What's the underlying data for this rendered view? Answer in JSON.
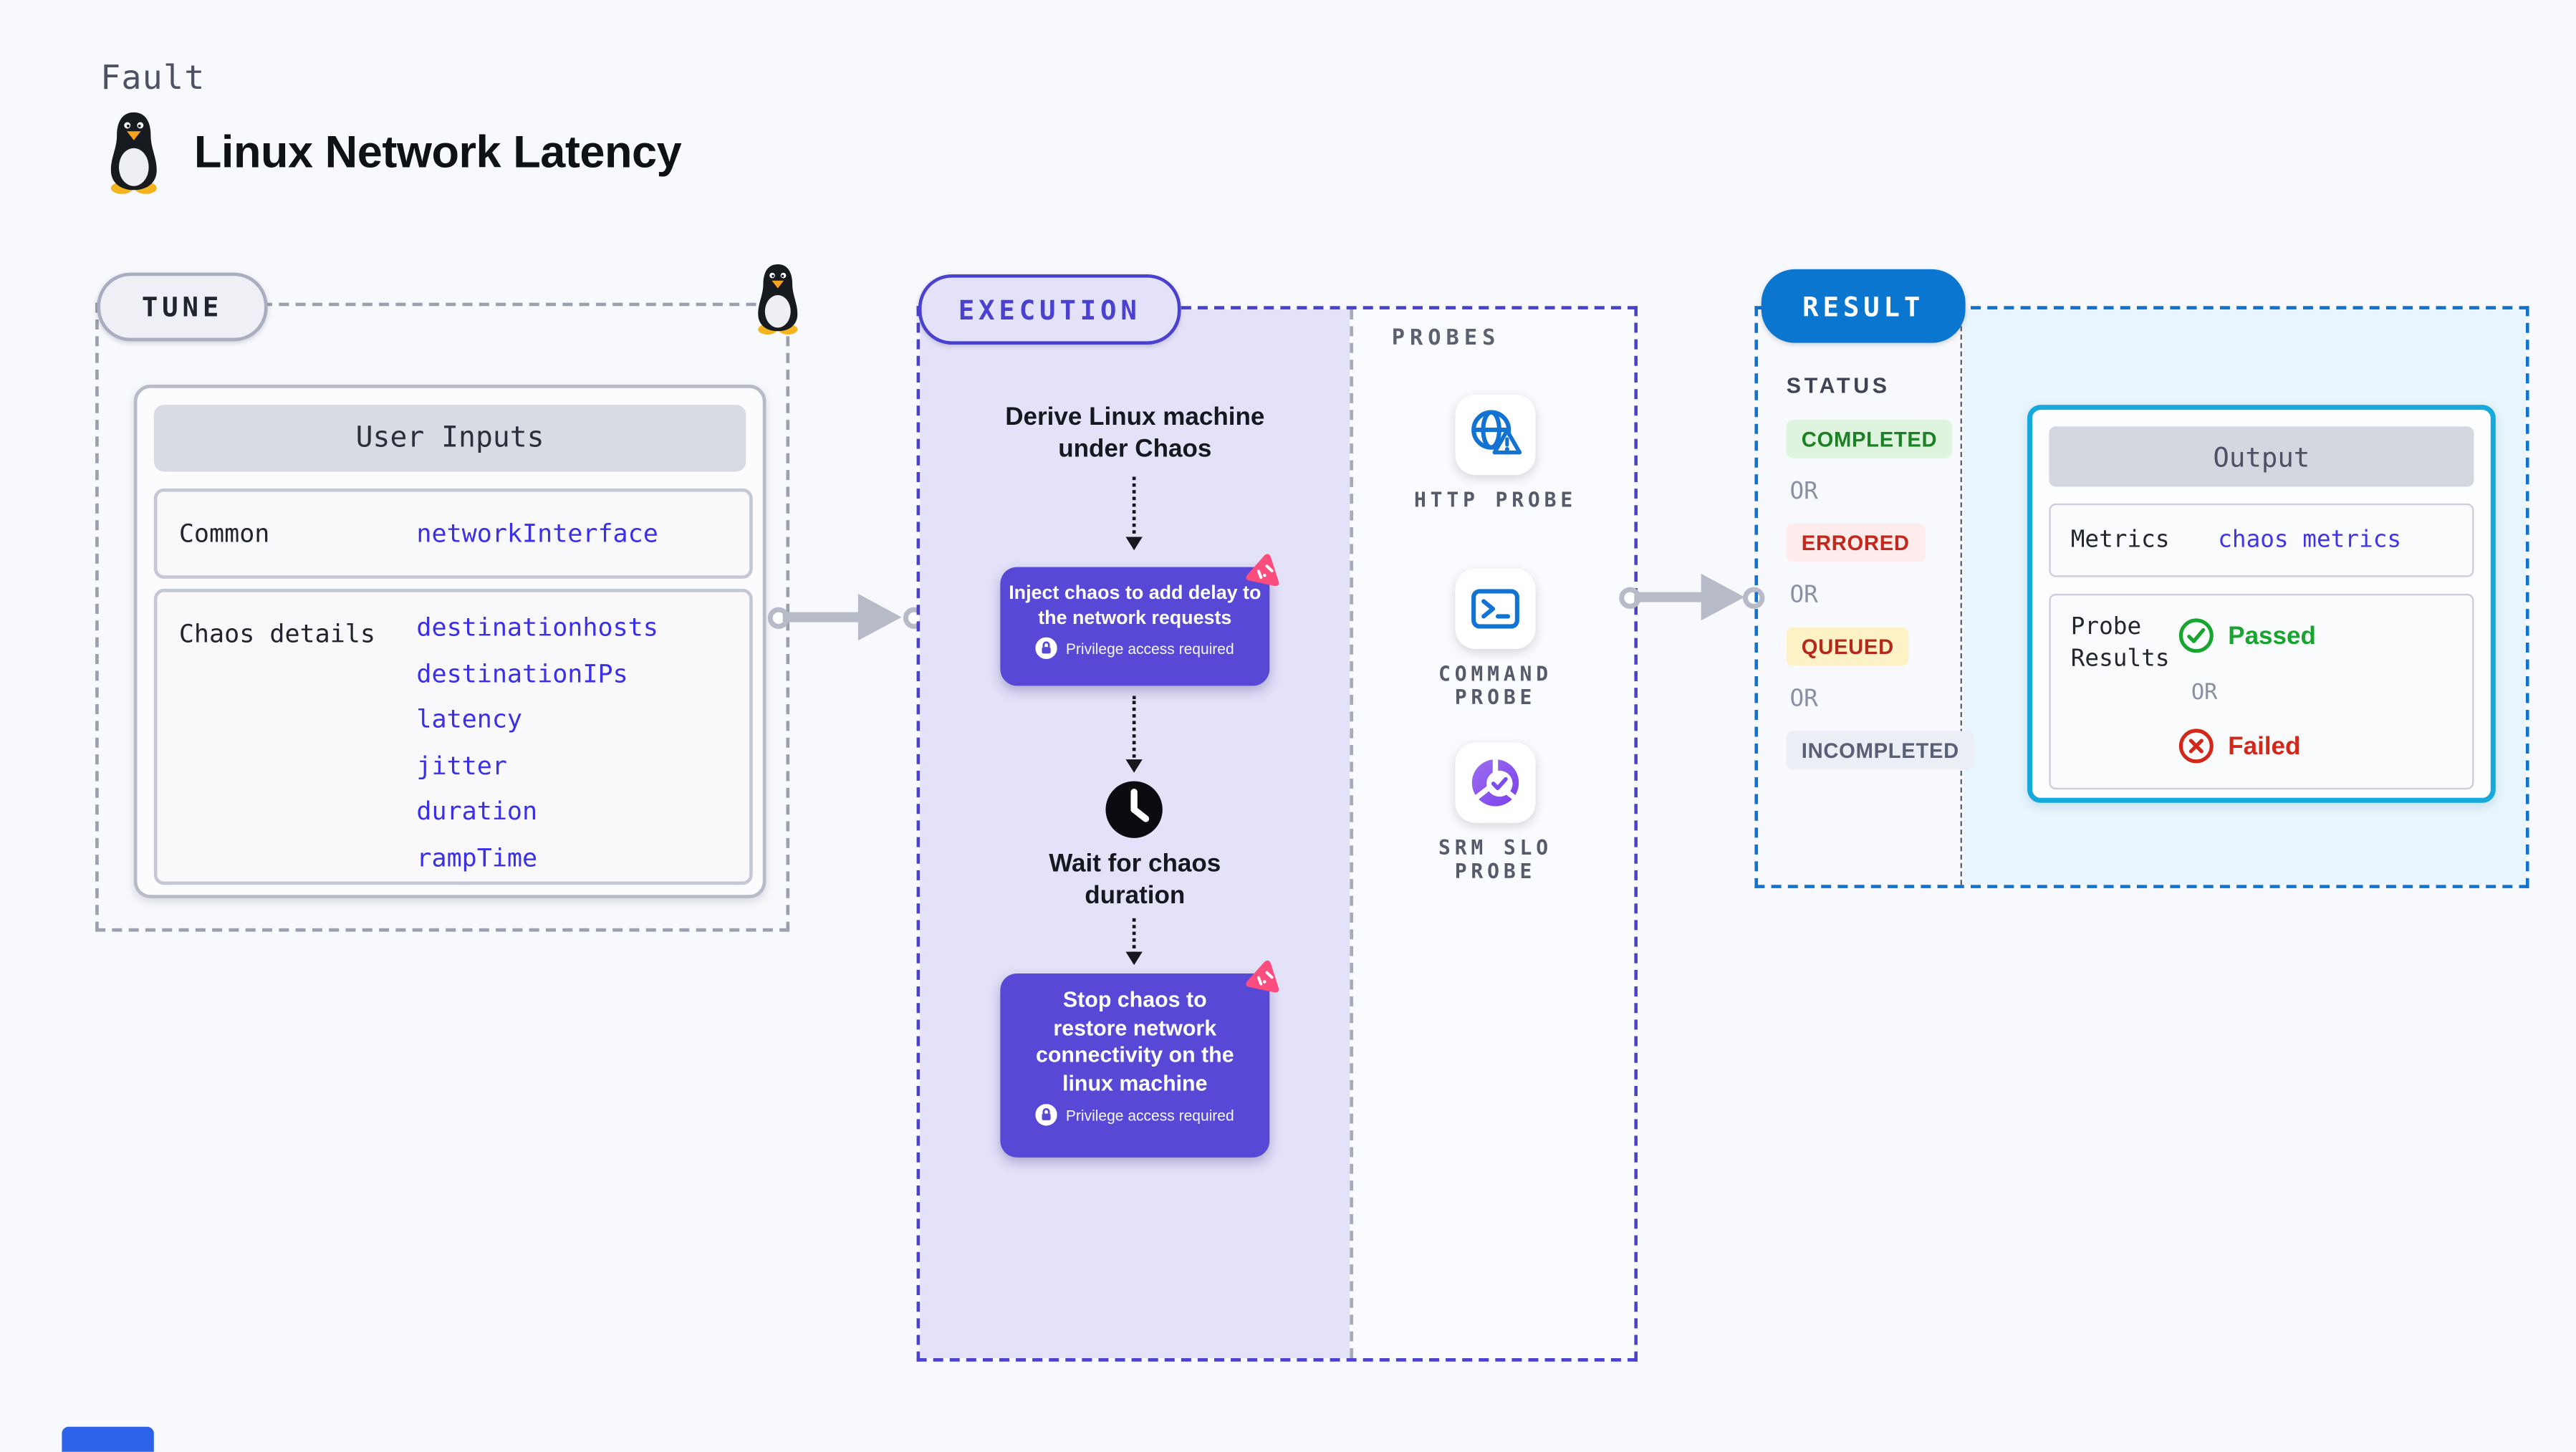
{
  "page": {
    "kicker": "Fault",
    "title": "Linux Network Latency"
  },
  "tune": {
    "badge": "TUNE",
    "card_title": "User Inputs",
    "rows": [
      {
        "label": "Common",
        "values": [
          "networkInterface"
        ]
      },
      {
        "label": "Chaos details",
        "values": [
          "destinationhosts",
          "destinationIPs",
          "latency",
          "jitter",
          "duration",
          "rampTime"
        ]
      }
    ]
  },
  "execution": {
    "badge": "EXECUTION",
    "derive_label": "Derive Linux machine\nunder Chaos",
    "inject_text": "Inject chaos to add delay to\nthe network requests",
    "wait_label": "Wait for chaos\nduration",
    "stop_text": "Stop chaos to\nrestore network\nconnectivity on the\nlinux machine",
    "privilege_label": "Privilege access required"
  },
  "probes": {
    "title": "PROBES",
    "items": [
      {
        "label": "HTTP PROBE"
      },
      {
        "label": "COMMAND\nPROBE"
      },
      {
        "label": "SRM SLO\nPROBE"
      }
    ]
  },
  "result": {
    "badge": "RESULT",
    "status_title": "STATUS",
    "or_label": "OR",
    "statuses": [
      {
        "label": "COMPLETED"
      },
      {
        "label": "ERRORED"
      },
      {
        "label": "QUEUED"
      },
      {
        "label": "INCOMPLETED"
      }
    ],
    "output": {
      "title": "Output",
      "metrics_label": "Metrics",
      "metrics_value": "chaos metrics",
      "probe_results_label": "Probe\nResults",
      "passed_label": "Passed",
      "or_label": "OR",
      "failed_label": "Failed"
    }
  },
  "colors": {
    "accent_indigo": "#4b41cf",
    "node_purple": "#5749d6",
    "result_blue": "#0b76d0",
    "output_border_cyan": "#17a9dc",
    "probe_icon_blue": "#1273d3",
    "chaos_pink": "#fb4d7e",
    "passed_green": "#17a52f",
    "failed_red": "#d2281a",
    "value_blue": "#3b30e6"
  }
}
